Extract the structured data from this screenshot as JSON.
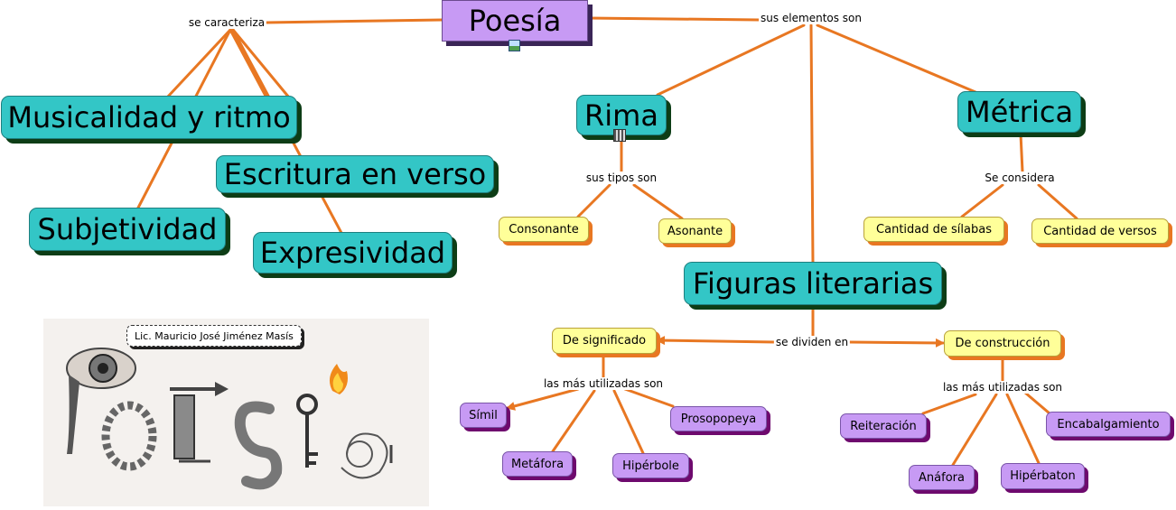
{
  "root": "Poesía",
  "nodes": {
    "musicalidad": "Musicalidad y ritmo",
    "subjetividad": "Subjetividad",
    "escritura": "Escritura en verso",
    "expresividad": "Expresividad",
    "rima": "Rima",
    "metrica": "Métrica",
    "figuras": "Figuras literarias",
    "consonante": "Consonante",
    "asonante": "Asonante",
    "silabas": "Cantidad de sílabas",
    "versos": "Cantidad de versos",
    "significado": "De significado",
    "construccion": "De construcción",
    "simil": "Símil",
    "metafora": "Metáfora",
    "hiperbole": "Hipérbole",
    "prosopopeya": "Prosopopeya",
    "reiteracion": "Reiteración",
    "anafora": "Anáfora",
    "hiperbaton": "Hipérbaton",
    "encabalgamiento": "Encabalgamiento"
  },
  "labels": {
    "se_caracteriza": "se caracteriza",
    "sus_elementos": "sus elementos son",
    "sus_tipos": "sus tipos son",
    "se_considera": "Se considera",
    "se_dividen": "se dividen en",
    "mas_utilizadas_1": "las más utilizadas son",
    "mas_utilizadas_2": "las más utilizadas son"
  },
  "author": "Lic. Mauricio José Jiménez Masís",
  "colors": {
    "link": "#e87722",
    "teal": "#33c6c6",
    "purple": "#c79af4",
    "yellow": "#ffff99"
  }
}
